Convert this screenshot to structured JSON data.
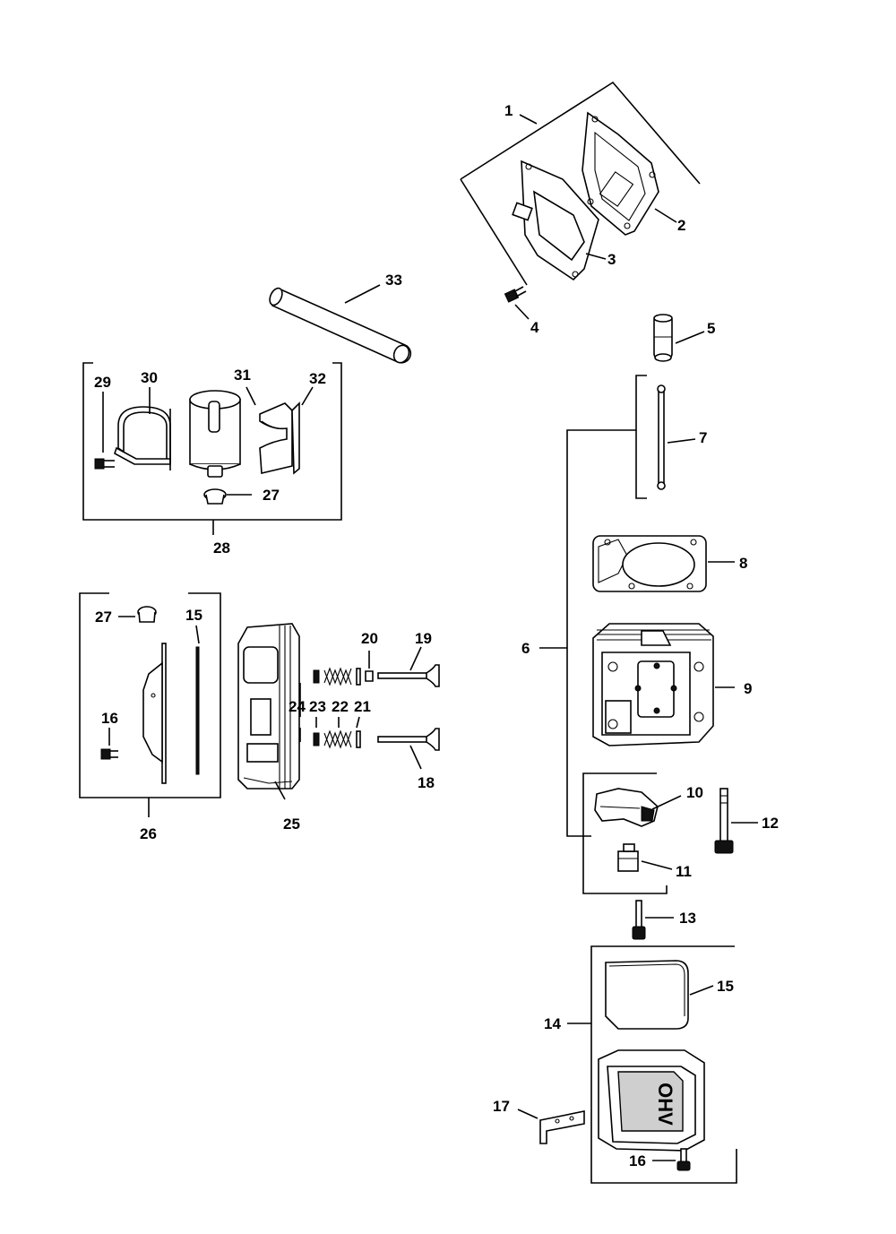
{
  "callouts": {
    "c1": "1",
    "c2": "2",
    "c3": "3",
    "c4": "4",
    "c5": "5",
    "c6": "6",
    "c7": "7",
    "c8": "8",
    "c9": "9",
    "c10": "10",
    "c11": "11",
    "c12": "12",
    "c13": "13",
    "c14": "14",
    "c15a": "15",
    "c15b": "15",
    "c16a": "16",
    "c16b": "16",
    "c17": "17",
    "c18": "18",
    "c19": "19",
    "c20": "20",
    "c21": "21",
    "c22": "22",
    "c23": "23",
    "c24": "24",
    "c25": "25",
    "c26": "26",
    "c27a": "27",
    "c27b": "27",
    "c28": "28",
    "c29": "29",
    "c30": "30",
    "c31": "31",
    "c32": "32",
    "c33": "33"
  },
  "valve_cover_embossing": "OHV"
}
